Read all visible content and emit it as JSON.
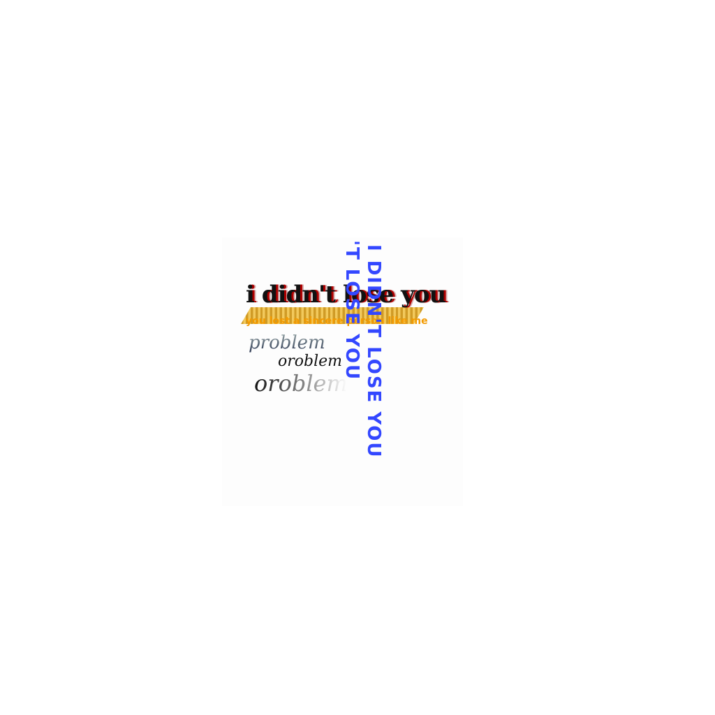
{
  "texts": {
    "title": "i didn't lose you",
    "subtitle": "you lost a sincere person like me",
    "problem_1": "problem",
    "problem_2": "oroblem",
    "problem_3": "oroblem",
    "vertical_1": "I DIDN'T LOSE YOU",
    "vertical_2": "'T LOSE YOU"
  },
  "colors": {
    "title_shadow": "#b00000",
    "subtitle": "#f39a00",
    "vertical": "#3347ff"
  }
}
